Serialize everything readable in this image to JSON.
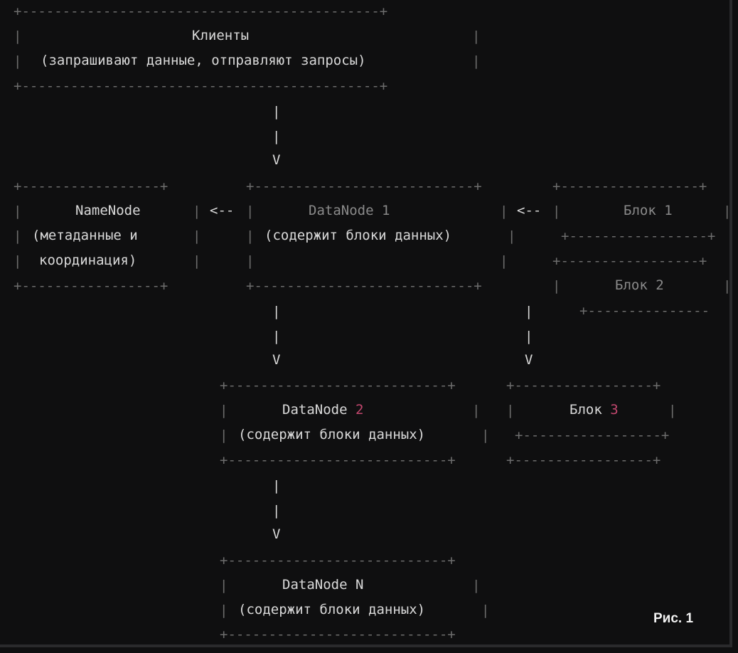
{
  "labels": {
    "clients": "Клиенты",
    "clients_desc": "(запрашивают данные, отправляют запросы)",
    "namenode": "NameNode",
    "namenode_desc1": "(метаданные и",
    "namenode_desc2": "координация)",
    "datanode1_name": "DataNode",
    "datanode1_num": "1",
    "datanode_desc": "(содержит блоки данных)",
    "block1_name": "Блок",
    "block1_num": "1",
    "block2_name": "Блок",
    "block2_num": "2",
    "datanode2_name": "DataNode",
    "datanode2_num": "2",
    "block3_name": "Блок",
    "block3_num": "3",
    "datanodeN": "DataNode N",
    "arrow_left": "<--",
    "arrow_down": "V",
    "pipe": "|"
  },
  "caption": "Рис. 1",
  "colors": {
    "accent": "#c2476e",
    "text": "#d9d9d9",
    "border": "#6d6d6d",
    "background": "#0f0f10"
  }
}
